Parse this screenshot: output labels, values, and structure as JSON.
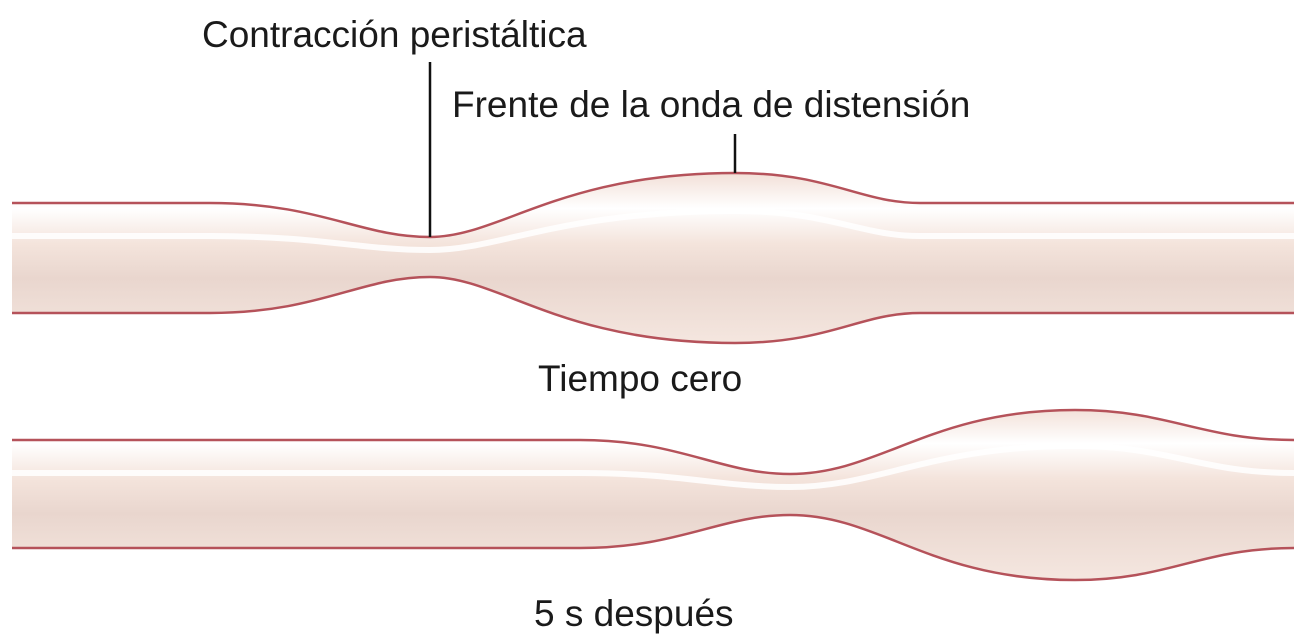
{
  "labels": {
    "peristaltic_contraction": "Contracción peristáltica",
    "distension_wave_front": "Frente de la onda de distensión",
    "time_zero": "Tiempo cero",
    "five_seconds_later": "5 s después"
  },
  "colors": {
    "tube_wall": "#b5525a",
    "tube_fill": "#f3e3db",
    "tube_highlight": "#ffffff",
    "tube_shadow": "#e6d3cb",
    "pointer_line": "#111111",
    "text": "#1a1a1a",
    "background": "#ffffff"
  }
}
